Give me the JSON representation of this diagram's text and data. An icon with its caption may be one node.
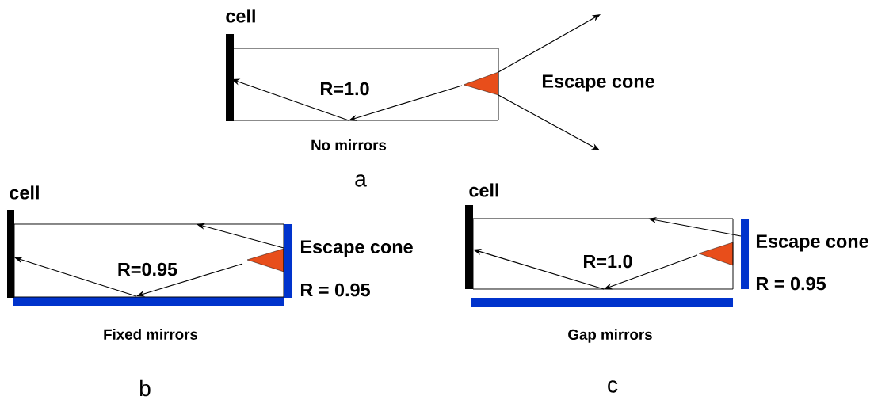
{
  "diagram": {
    "nodes": [
      {
        "text": [
          "R=1.0"
        ],
        "beside": [
          "No mirrors"
        ]
      },
      {
        "text": [
          "R=0.95"
        ],
        "beside": [
          "Fixed mirrors"
        ]
      },
      {
        "text": [
          "R=1.0"
        ],
        "beside": [
          "Gap mirrors"
        ]
      }
    ],
    "labels": [
      "cell",
      "Escape cone",
      "a",
      "cell",
      "cell",
      "Escape cone",
      "Escape cone",
      "R = 0.95",
      "R = 0.95",
      "b",
      "c"
    ]
  }
}
